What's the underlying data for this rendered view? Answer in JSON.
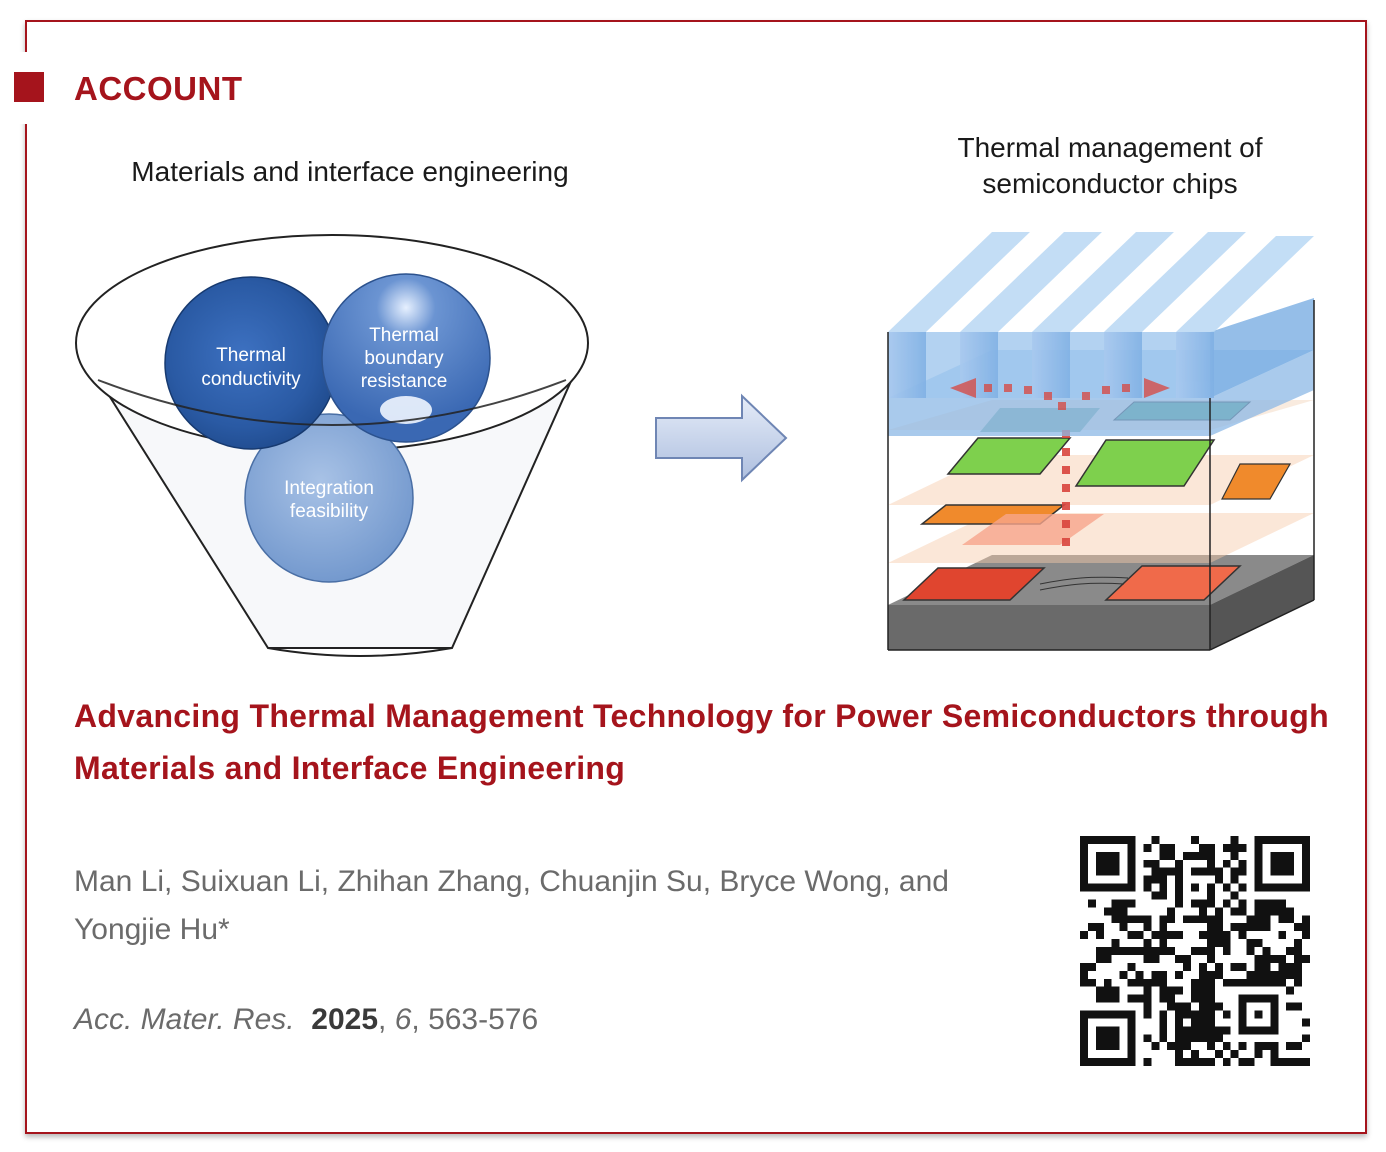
{
  "header": {
    "label": "ACCOUNT"
  },
  "figure": {
    "left_title": "Materials and interface engineering",
    "right_title": "Thermal management of semiconductor chips",
    "sphere_thermal_conductivity": [
      "Thermal",
      "conductivity"
    ],
    "sphere_boundary_resistance": [
      "Thermal",
      "boundary",
      "resistance"
    ],
    "sphere_integration": [
      "Integration",
      "feasibility"
    ]
  },
  "article": {
    "title": "Advancing Thermal Management Technology for Power Semiconductors through Materials and Interface Engineering",
    "authors": "Man Li, Suixuan Li, Zhihan Zhang, Chuanjin Su, Bryce Wong, and Yongjie Hu*",
    "journal": "Acc. Mater. Res.",
    "year": "2025",
    "volume": "6",
    "pages": "563-576"
  },
  "qr_code": {
    "icon": "qr-code-icon"
  },
  "colors": {
    "accent": "#a5141c",
    "text_gray": "#6b6b6b",
    "sphere_dark": "#2a5aa4",
    "sphere_light": "#8fb0dd"
  }
}
